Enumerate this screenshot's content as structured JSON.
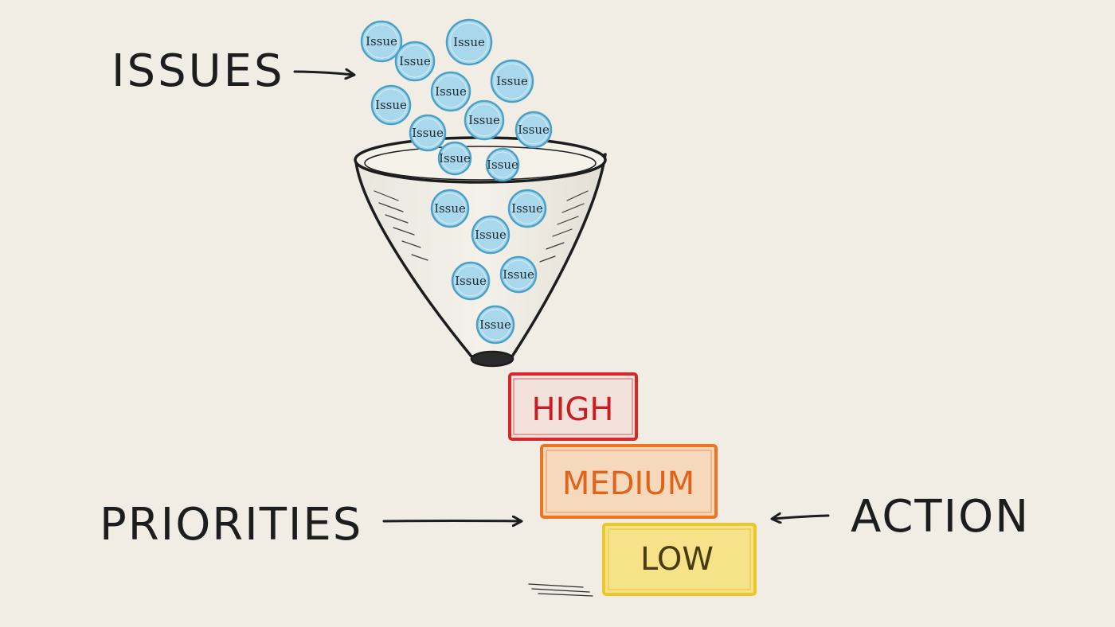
{
  "labels": {
    "issues": "ISSUES",
    "priorities": "PRIORITIES",
    "action": "ACTION"
  },
  "bubble_label": "Issue",
  "priorities": [
    {
      "label": "HIGH",
      "border": "#d8262b",
      "fill": "#f3e2dc",
      "text": "#c81e23"
    },
    {
      "label": "MEDIUM",
      "border": "#ee7420",
      "fill": "#f6d8bd",
      "text": "#e0631a"
    },
    {
      "label": "LOW",
      "border": "#ecc72c",
      "fill": "#f6e389",
      "text": "#4a3b10"
    }
  ],
  "colors": {
    "background": "#f1ede4",
    "ink": "#1d1d1d",
    "bubble_fill": "#a9d8ec",
    "bubble_stroke": "#4aa1c8"
  }
}
